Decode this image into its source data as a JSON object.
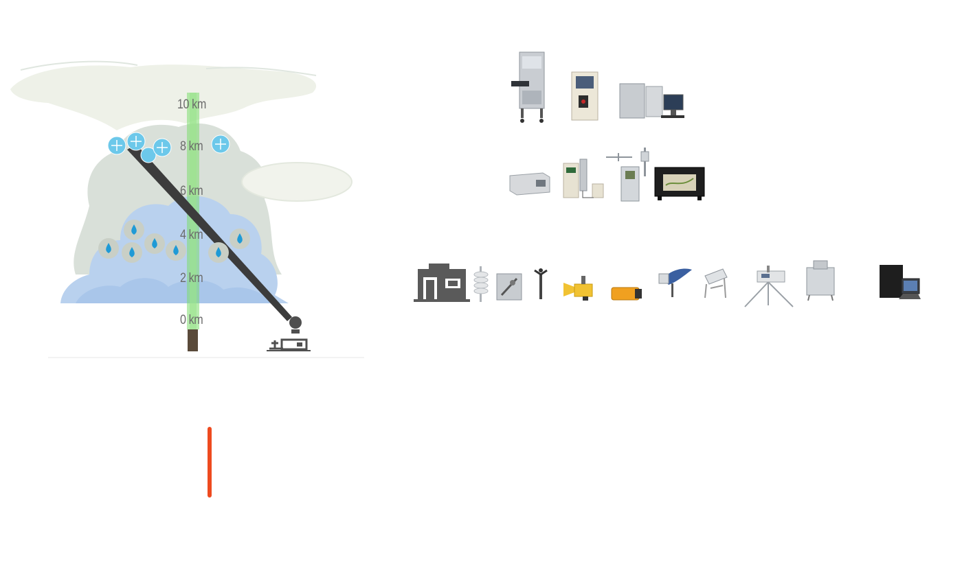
{
  "diagram": {
    "altitude_labels": [
      "10 km",
      "8 km",
      "6 km",
      "4 km",
      "2 km",
      "0 km"
    ]
  },
  "instruments": {
    "row1_icons": [
      "lab-cabinet-icon",
      "analyzer-panel-icon",
      "computer-station-icon"
    ],
    "row2_icons": [
      "rack-analyzer-icon",
      "sampler-column-icon",
      "mast-station-icon",
      "black-analyzer-box-icon"
    ],
    "row3_icons": [
      "station-building-icon",
      "radiation-shield-icon",
      "sensor-panel-icon",
      "anemometer-icon",
      "yellow-sensor-icon",
      "orange-sensor-icon",
      "radiometer-icon",
      "solar-tracker-icon",
      "tripod-sensor-icon",
      "container-analyzer-icon",
      "laptop-case-icon"
    ]
  },
  "colors": {
    "accent": "#ee4a1f",
    "beam": "#7ddc6e",
    "cloud_blue": "#b6cfee",
    "ice": "#5cc5e6",
    "drop": "#1f9ad6"
  }
}
